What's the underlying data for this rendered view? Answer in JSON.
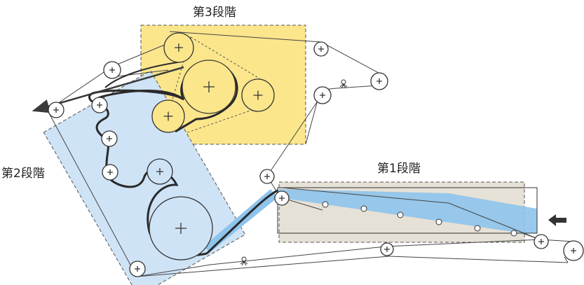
{
  "labels": {
    "stage3": "第3段階",
    "stage2": "第2段階",
    "stage1": "第1段階"
  },
  "colors": {
    "stage3_fill": "#fbe68c",
    "stage2_fill": "#cfe3f6",
    "stage1_fill": "#e6e1d6",
    "water": "#8ec4ec",
    "web_line": "#2a2a2a",
    "wire_line": "#444444",
    "dashed_border": "#555555"
  },
  "icons": {
    "roll": "plus-in-circle",
    "entry_arrow": "left-arrow",
    "exit_arrow": "left-arrow",
    "shower": "shower-nozzle"
  }
}
